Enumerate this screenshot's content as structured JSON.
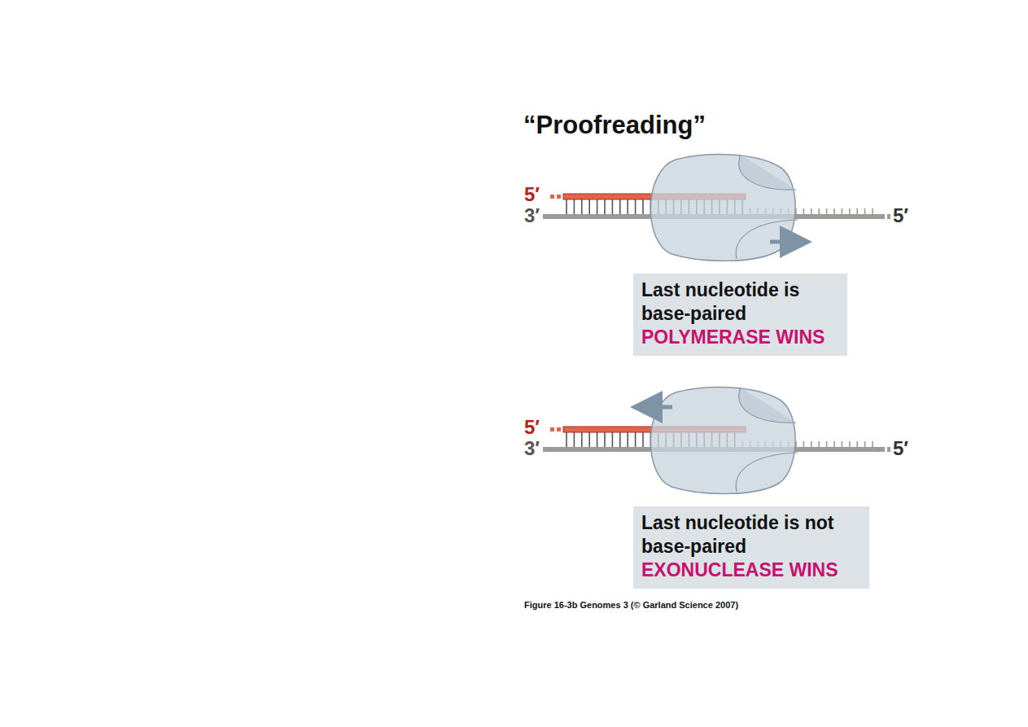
{
  "diagram": {
    "title": "“Proofreading”",
    "caption": "Figure 16-3b Genomes 3 (© Garland Science 2007)",
    "nodes": [
      {
        "text": [
          "Last nucleotide is base-paired",
          "POLYMERASE WINS"
        ]
      },
      {
        "text": [
          "Last nucleotide is not base-paired",
          "EXONUCLEASE WINS"
        ]
      }
    ],
    "labels": [
      "5′",
      "3′",
      "5′",
      "5′",
      "3′",
      "5′"
    ]
  }
}
